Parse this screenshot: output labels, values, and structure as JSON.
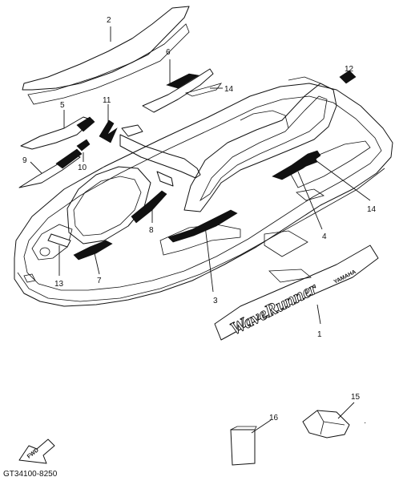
{
  "diagram": {
    "callouts": [
      "1",
      "2",
      "3",
      "4",
      "5",
      "6",
      "7",
      "8",
      "9",
      "10",
      "11",
      "12",
      "13",
      "14",
      "14",
      "15",
      "16"
    ],
    "logo_text": "WaveRunner",
    "brand_text": "YAMAHA",
    "direction_label": "FWD",
    "drawing_code": "GT34100-8250"
  }
}
